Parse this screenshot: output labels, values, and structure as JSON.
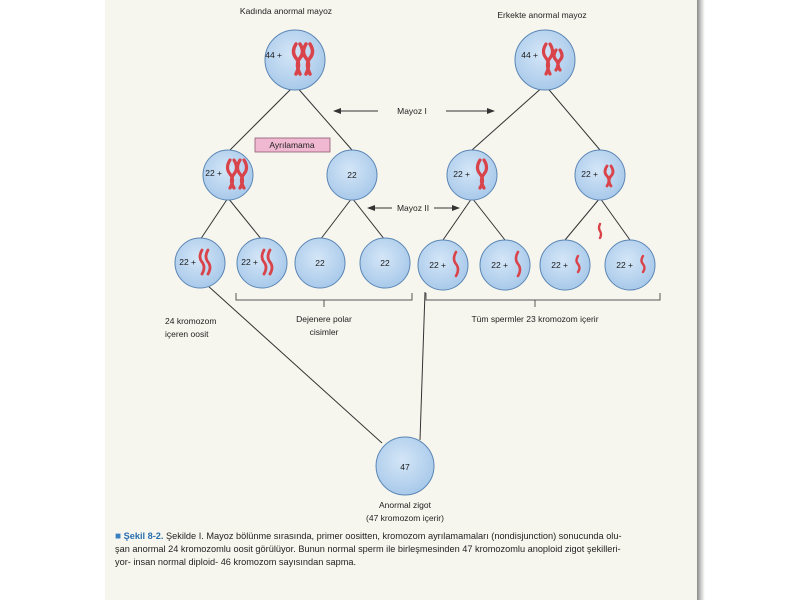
{
  "titles": {
    "female": "Kadında anormal mayoz",
    "male": "Erkekte anormal mayoz"
  },
  "stages": {
    "meiosis1": "Mayoz I",
    "meiosis2": "Mayoz II"
  },
  "nondisjunction_label": "Ayrılamama",
  "cells": {
    "female_primary": "44 +",
    "female_secondary_a": "22 +",
    "female_secondary_b": "22",
    "female_gamete_1": "22 +",
    "female_gamete_2": "22 +",
    "female_gamete_3": "22",
    "female_gamete_4": "22",
    "male_primary": "44 +",
    "male_secondary_a": "22 +",
    "male_secondary_b": "22 +",
    "male_gamete_1": "22 +",
    "male_gamete_2": "22 +",
    "male_gamete_3": "22 +",
    "male_gamete_4": "22 +",
    "zygote": "47"
  },
  "annotations": {
    "oocyte_line1": "24 kromozom",
    "oocyte_line2": "içeren oosit",
    "polar_line1": "Dejenere polar",
    "polar_line2": "cisimler",
    "sperm": "Tüm spermler 23 kromozom içerir",
    "zygote_line1": "Anormal zigot",
    "zygote_line2": "(47 kromozom içerir)"
  },
  "caption": {
    "marker": "■",
    "figure_label": "Şekil 8-2.",
    "line1": "Şekilde I. Mayoz bölünme sırasında, primer oositten, kromozom ayrılamamaları (nondisjunction) sonucunda olu-",
    "line2": "şan anormal 24 kromozomlu oosit görülüyor. Bunun normal sperm ile birleşmesinden 47 kromozomlu anoploid zigot şekilleri-",
    "line3": "yor- insan normal diploid- 46 kromozom sayısından sapma."
  },
  "colors": {
    "cell_fill": "#b4d2ee",
    "cell_stroke": "#5a86b4",
    "chromosome": "#d9434a",
    "nondisjunction_box": "#f1b8d2"
  }
}
